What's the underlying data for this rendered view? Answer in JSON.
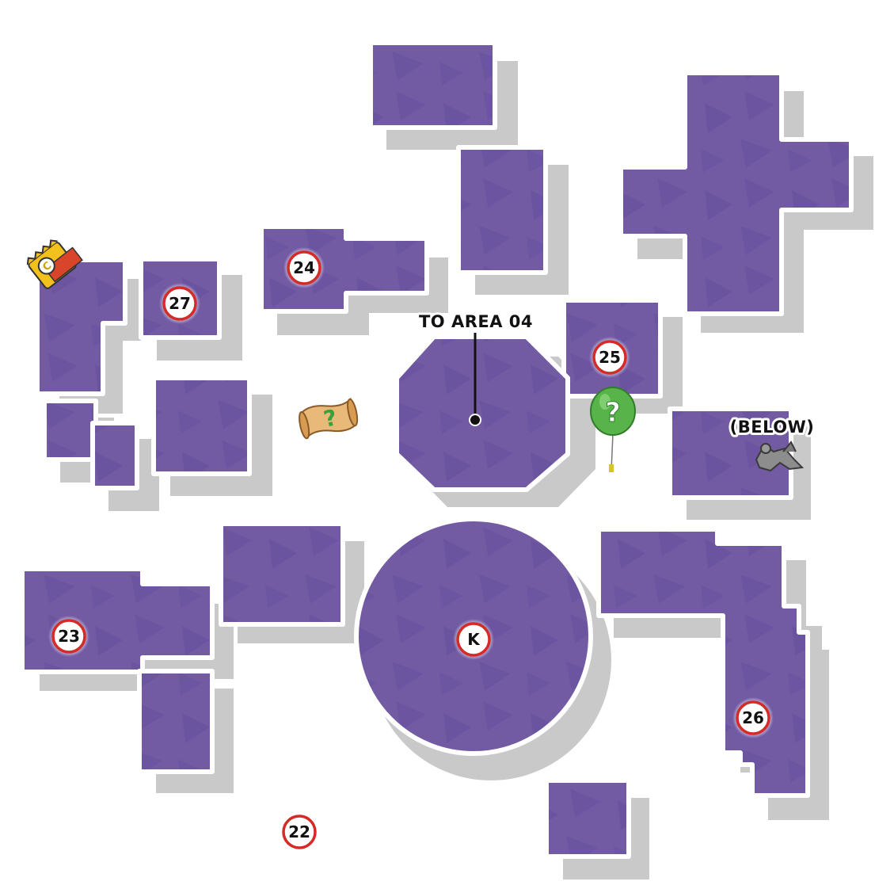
{
  "colors": {
    "platform": "#735ba4",
    "platform_border": "#ffffff",
    "shadow": "#c8c8c8",
    "marker_ring": "#d42b26",
    "marker_fill": "#ffffff",
    "label": "#111111"
  },
  "labels": {
    "to_area": "TO AREA 04",
    "below": "(BELOW)"
  },
  "markers": [
    "27",
    "24",
    "25",
    "23",
    "K",
    "26",
    "22"
  ],
  "icons": {
    "collectible": "chip-bag-icon",
    "scroll": "riddle-scroll-icon",
    "balloon": "question-balloon-icon",
    "creature": "gargoyle-icon"
  }
}
